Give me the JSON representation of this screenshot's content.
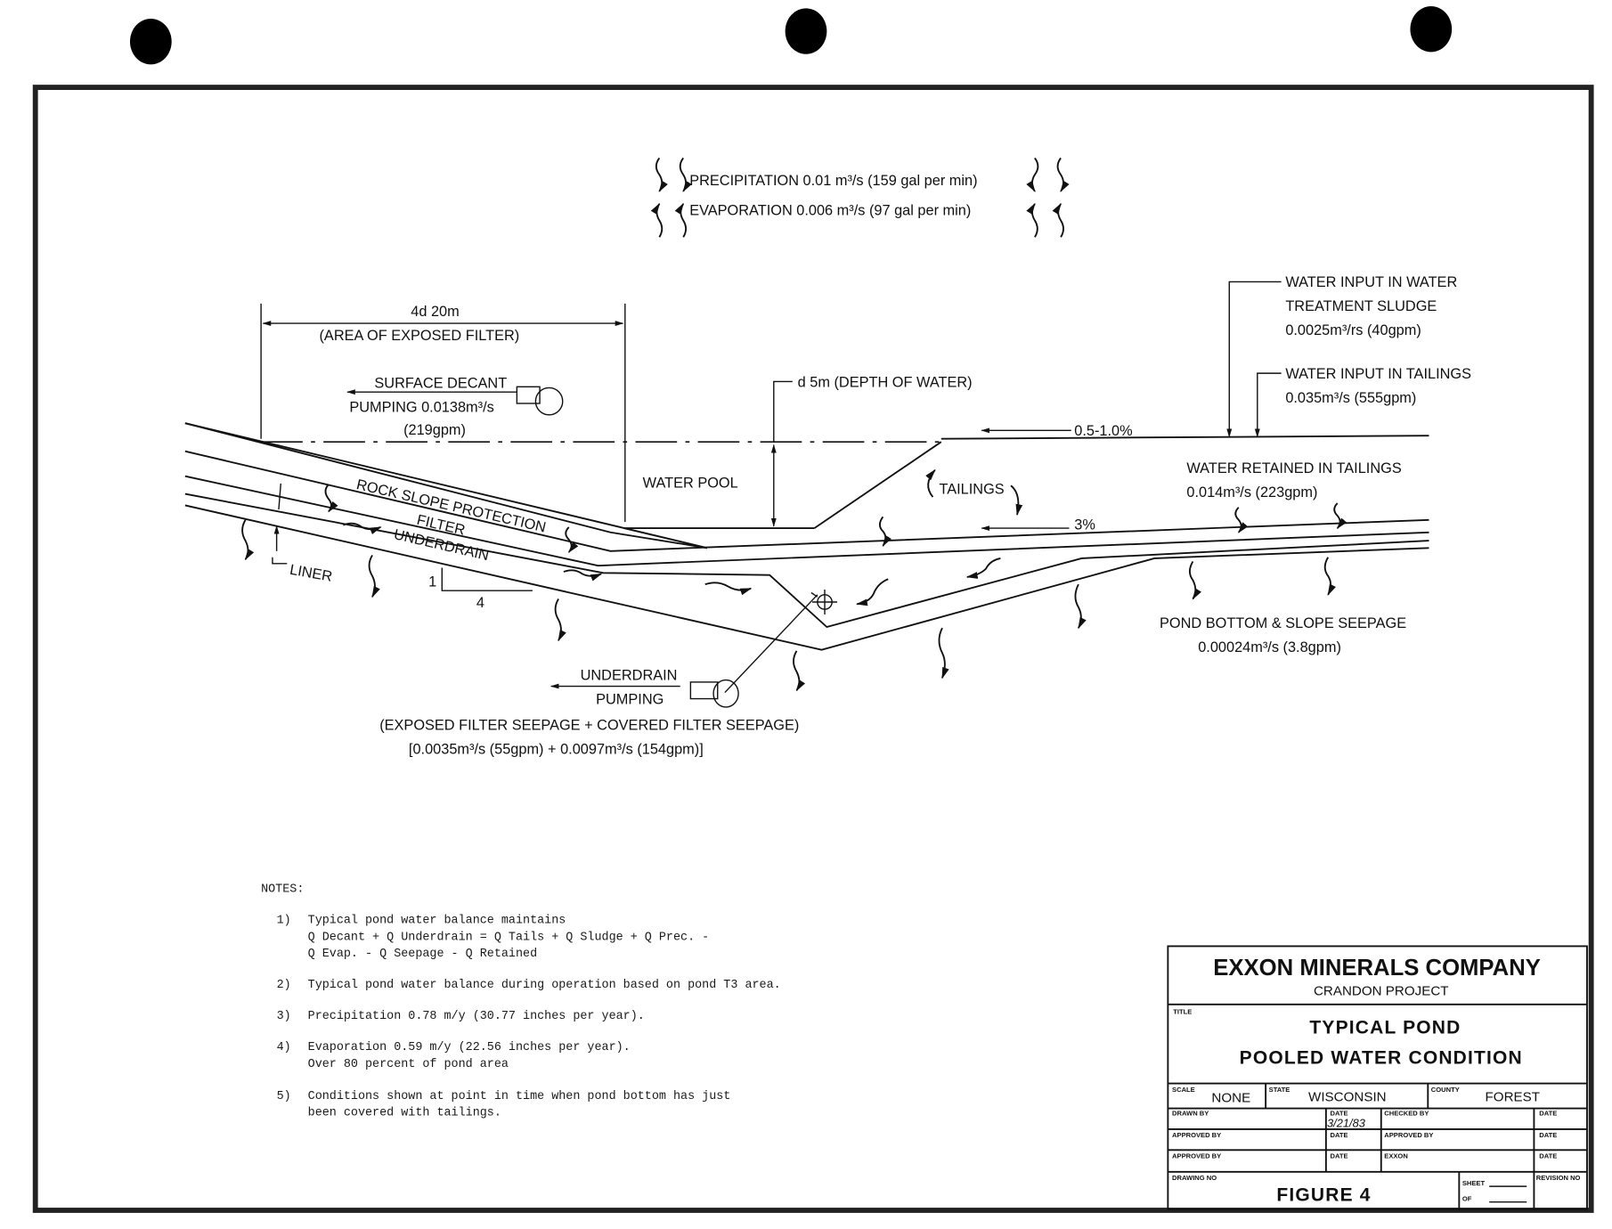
{
  "flows_top": {
    "precipitation": "PRECIPITATION 0.01 m³/s (159 gal per min)",
    "evaporation": "EVAPORATION 0.006 m³/s (97 gal per min)"
  },
  "dimensions": {
    "filter_width": "4d 20m",
    "filter_width_caption": "(AREA OF EXPOSED FILTER)",
    "depth": "d 5m (DEPTH OF WATER)",
    "slope_top": "0.5-1.0%",
    "slope_tailings": "3%",
    "slope_ratio_rise": "1",
    "slope_ratio_run": "4"
  },
  "labels": {
    "surface_decant_1": "SURFACE DECANT",
    "surface_decant_2": "PUMPING 0.0138m³/s",
    "surface_decant_3": "(219gpm)",
    "water_pool": "WATER POOL",
    "tailings": "TAILINGS",
    "rock_slope": "ROCK SLOPE PROTECTION",
    "filter": "FILTER",
    "underdrain": "UNDERDRAIN",
    "liner": "LINER",
    "sludge_1": "WATER INPUT IN WATER",
    "sludge_2": "TREATMENT SLUDGE",
    "sludge_3": "0.0025m³/rs (40gpm)",
    "tails_in_1": "WATER INPUT IN TAILINGS",
    "tails_in_2": "0.035m³/s (555gpm)",
    "retained_1": "WATER RETAINED IN TAILINGS",
    "retained_2": "0.014m³/s (223gpm)",
    "seepage_1": "POND BOTTOM & SLOPE SEEPAGE",
    "seepage_2": "0.00024m³/s (3.8gpm)",
    "underdrain_pump_1": "UNDERDRAIN",
    "underdrain_pump_2": "PUMPING",
    "filter_seepage_1": "(EXPOSED FILTER SEEPAGE + COVERED FILTER SEEPAGE)",
    "filter_seepage_2": "[0.0035m³/s (55gpm) + 0.0097m³/s (154gpm)]"
  },
  "notes": {
    "heading": "NOTES:",
    "items": [
      {
        "num": "1)",
        "lines": [
          "Typical pond water balance maintains",
          "Q Decant + Q Underdrain = Q Tails + Q Sludge + Q Prec. -",
          "Q Evap. - Q Seepage - Q Retained"
        ]
      },
      {
        "num": "2)",
        "lines": [
          "Typical pond water balance during operation based on pond T3 area."
        ]
      },
      {
        "num": "3)",
        "lines": [
          "Precipitation 0.78 m/y (30.77 inches per year)."
        ]
      },
      {
        "num": "4)",
        "lines": [
          "Evaporation 0.59 m/y (22.56 inches per year).",
          "Over 80 percent of pond area"
        ]
      },
      {
        "num": "5)",
        "lines": [
          "Conditions shown at point in time when pond bottom has just",
          "been covered with tailings."
        ]
      }
    ]
  },
  "title_block": {
    "company": "EXXON MINERALS COMPANY",
    "project": "CRANDON PROJECT",
    "title_caption": "TITLE",
    "title_1": "TYPICAL POND",
    "title_2": "POOLED WATER CONDITION",
    "scale_caption": "SCALE",
    "scale": "NONE",
    "state_caption": "STATE",
    "state": "WISCONSIN",
    "county_caption": "COUNTY",
    "county": "FOREST",
    "drawn_by_caption": "DRAWN BY",
    "date_caption": "DATE",
    "date": "3/21/83",
    "checked_by_caption": "CHECKED BY",
    "approved_by_caption": "APPROVED BY",
    "exxon_caption": "EXXON",
    "drawing_no_caption": "DRAWING NO",
    "drawing_no": "FIGURE 4",
    "sheet_caption": "SHEET",
    "of_caption": "OF",
    "revision_caption": "REVISION NO"
  }
}
